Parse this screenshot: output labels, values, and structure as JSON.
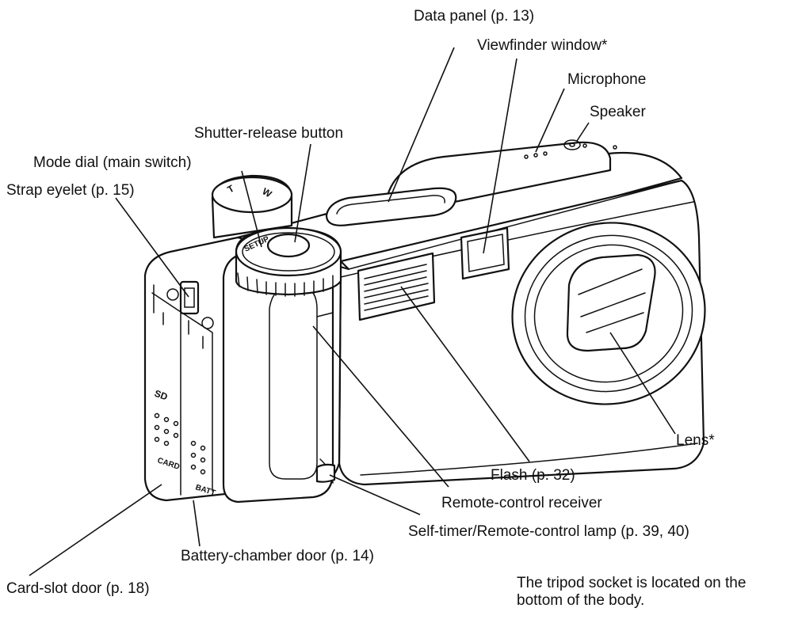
{
  "labels": {
    "data_panel": "Data panel (p. 13)",
    "viewfinder": "Viewfinder window*",
    "microphone": "Microphone",
    "speaker": "Speaker",
    "shutter": "Shutter-release button",
    "mode_dial": "Mode dial (main switch)",
    "strap": "Strap eyelet (p. 15)",
    "lens": "Lens*",
    "flash": "Flash (p. 32)",
    "remote_receiver": "Remote-control receiver",
    "self_timer": "Self-timer/Remote-control lamp (p. 39, 40)",
    "battery_door": "Battery-chamber door (p. 14)",
    "card_door": "Card-slot door (p. 18)"
  },
  "note": {
    "line1": "The tripod socket is located on the",
    "line2": "bottom of the body."
  },
  "camera_marks": {
    "dial_setup": "SETUP",
    "zoom_w": "W",
    "zoom_t": "T",
    "card": "CARD",
    "batt": "BATT",
    "sd": "SD"
  }
}
